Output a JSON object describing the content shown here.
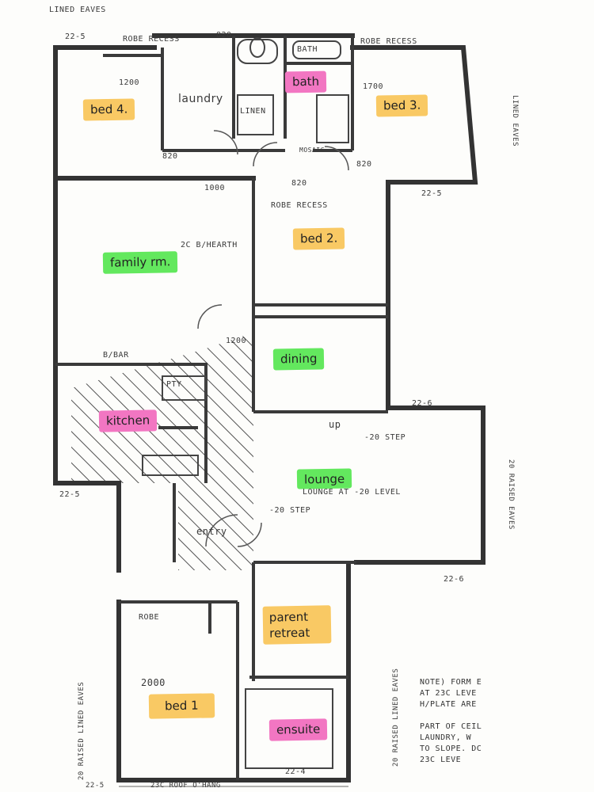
{
  "rooms": {
    "bed4": "bed 4.",
    "laundry": "laundry",
    "bath_hl": "bath",
    "bath_label": "BATH",
    "bed3": "bed 3.",
    "bed2": "bed 2.",
    "family": "family rm.",
    "dining": "dining",
    "kitchen": "kitchen",
    "lounge": "lounge",
    "lounge_note": "LOUNGE AT -20 LEVEL",
    "entry": "entry",
    "parent_retreat_1": "parent",
    "parent_retreat_2": "retreat",
    "bed_master": "bed 1",
    "ensuite": "ensuite"
  },
  "labels": {
    "lined_eaves": "LINED EAVES",
    "robe_recess_1": "ROBE RECESS",
    "robe_recess_2": "ROBE RECESS",
    "robe_recess_3": "ROBE RECESS",
    "robe": "ROBE",
    "linen": "LINEN",
    "dim_22_5_a": "22-5",
    "dim_22_5_b": "22-5",
    "dim_22_5_c": "22-5",
    "dim_22_6_a": "22-6",
    "dim_22_6_b": "22-6",
    "dim_22_5_d": "22-5",
    "dim_22_4": "22-4",
    "dim_1200": "1200",
    "dim_1700": "1700",
    "dim_1000": "1000",
    "dim_820_a": "820",
    "dim_820_b": "820",
    "dim_820_c": "820",
    "dim_820_d": "820",
    "dim_2000": "2000",
    "dim_1200_b": "1200",
    "hearth": "2C B/HEARTH",
    "pty": "PTY",
    "bbar": "B/BAR",
    "up": "up",
    "step_20": "-20 STEP",
    "step_20b": "-20 STEP",
    "roof_overhang": "23C ROOF O'HANG",
    "mosaic": "MOSAIC"
  },
  "side_labels": {
    "right_top": "LINED EAVES",
    "right_mid": "20 RAISED EAVES",
    "left_bottom": "20 RAISED LINED EAVES",
    "right_bottom": "20 RAISED LINED EAVES"
  },
  "notes": {
    "line1": "NOTE) FORM E",
    "line2": "AT 23C LEVE",
    "line3": "H/PLATE ARE",
    "line4": "PART OF CEIL",
    "line5": "LAUNDRY, W",
    "line6": "TO SLOPE. DC",
    "line7": "23C LEVE"
  }
}
